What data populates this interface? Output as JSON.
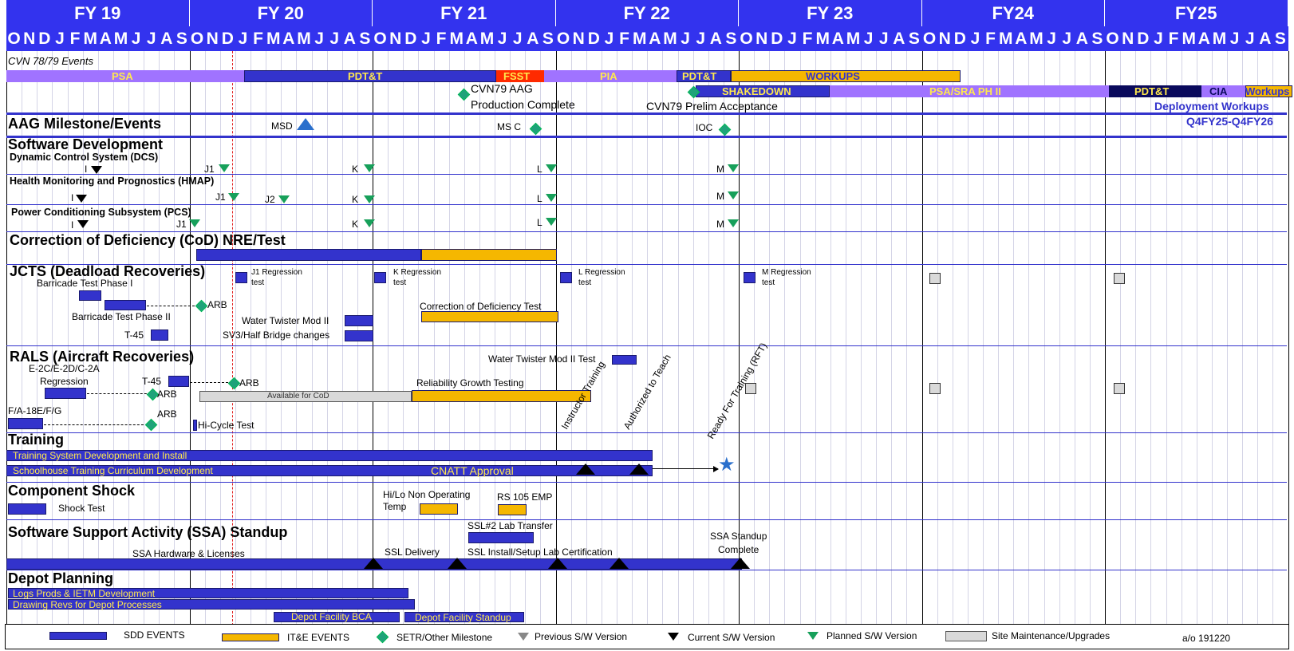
{
  "header": {
    "fiscal_years": [
      "FY 19",
      "FY 20",
      "FY 21",
      "FY 22",
      "FY 23",
      "FY24",
      "FY25"
    ],
    "months": [
      "O",
      "N",
      "D",
      "J",
      "F",
      "M",
      "A",
      "M",
      "J",
      "J",
      "A",
      "S"
    ]
  },
  "cvn": {
    "heading": "CVN 78/79 Events",
    "psa": "PSA",
    "pdtt1": "PDT&T",
    "fsst": "FSST",
    "pia": "PIA",
    "pdtt2": "PDT&T",
    "workups": "WORKUPS",
    "shakedown": "SHAKEDOWN",
    "psa_sra": "PSA/SRA PH II",
    "pdtt3": "PDT&T",
    "cia": "CIA",
    "workups2": "Workups",
    "aag_prod": "CVN79 AAG",
    "aag_prod2": "Production Complete",
    "prelim": "CVN79 Prelim Acceptance",
    "deploy": "Deployment Workups",
    "deploy2": "Q4FY25-Q4FY26"
  },
  "aag": {
    "heading": "AAG Milestone/Events",
    "msd": "MSD",
    "msc": "MS C",
    "ioc": "IOC"
  },
  "software": {
    "heading": "Software Development",
    "dcs": "Dynamic Control System (DCS)",
    "hmap": "Health Monitoring and Prognostics  (HMAP)",
    "pcs": "Power Conditioning Subsystem  (PCS)",
    "i": "I",
    "j1": "J1",
    "j2": "J2",
    "k": "K",
    "l": "L",
    "m": "M"
  },
  "cod": {
    "heading": "Correction of Deficiency (CoD) NRE/Test"
  },
  "jcts": {
    "heading": "JCTS (Deadload Recoveries)",
    "barricade1": "Barricade Test Phase I",
    "barricade2": "Barricade Test Phase II",
    "arb": "ARB",
    "t45": "T-45",
    "j1reg": "J1 Regression",
    "kreg": "K Regression",
    "lreg": "L Regression",
    "mreg": "M Regression",
    "test": "test",
    "wt": "Water Twister Mod II",
    "sv3": "SV3/Half Bridge changes",
    "codtest": "Correction  of Deficiency Test"
  },
  "rals": {
    "heading": "RALS (Aircraft Recoveries)",
    "e2c": "E-2C/E-2D/C-2A",
    "regression": "Regression",
    "t45": "T-45",
    "arb": "ARB",
    "fa18": "F/A-18E/F/G",
    "hicycle": "Hi-Cycle Test",
    "avail": "Available for CoD",
    "rgt": "Reliability  Growth Testing",
    "wt": "Water Twister  Mod II Test"
  },
  "training": {
    "heading": "Training",
    "tsdi": "Training  System Development  and Install",
    "stcd": "Schoolhouse Training  Curriculum Development",
    "cnatt": "CNATT Approval",
    "instructor": "Instructor Training",
    "authorized": "Authorized to Teach",
    "rft": "Ready For Training (RFT)"
  },
  "shock": {
    "heading": "Component Shock",
    "shock": "Shock Test",
    "hilo": "Hi/Lo Non  Operating",
    "temp": "Temp",
    "rs105": "RS 105  EMP"
  },
  "ssa": {
    "heading": "Software Support Activity  (SSA) Standup",
    "hw": "SSA Hardware  & Licenses",
    "ssl": "SSL Delivery",
    "install": "SSL Install/Setup  Lab Certification",
    "transfer": "SSL#2 Lab Transfer",
    "complete1": "SSA Standup",
    "complete2": "Complete"
  },
  "depot": {
    "heading": "Depot Planning",
    "logs": "Logs Prods & IETM  Development",
    "drawing": "Drawing Revs for Depot Processes",
    "bca": "Depot Facility BCA",
    "standup": "Depot Facility Standup"
  },
  "legend": {
    "sdd": "SDD EVENTS",
    "ite": "IT&E EVENTS",
    "setr": "SETR/Other Milestone",
    "prev": "Previous  S/W Version",
    "curr": "Current  S/W Version",
    "planned": "Planned  S/W Version",
    "site": "Site Maintenance/Upgrades",
    "asof": "a/o 191220"
  },
  "colors": {
    "sdd": "#3333cc",
    "ite": "#f5b700",
    "header": "#3333ee",
    "fsst": "#ff2a00",
    "psa": "#a073ff",
    "navy": "#0a0a5c"
  }
}
